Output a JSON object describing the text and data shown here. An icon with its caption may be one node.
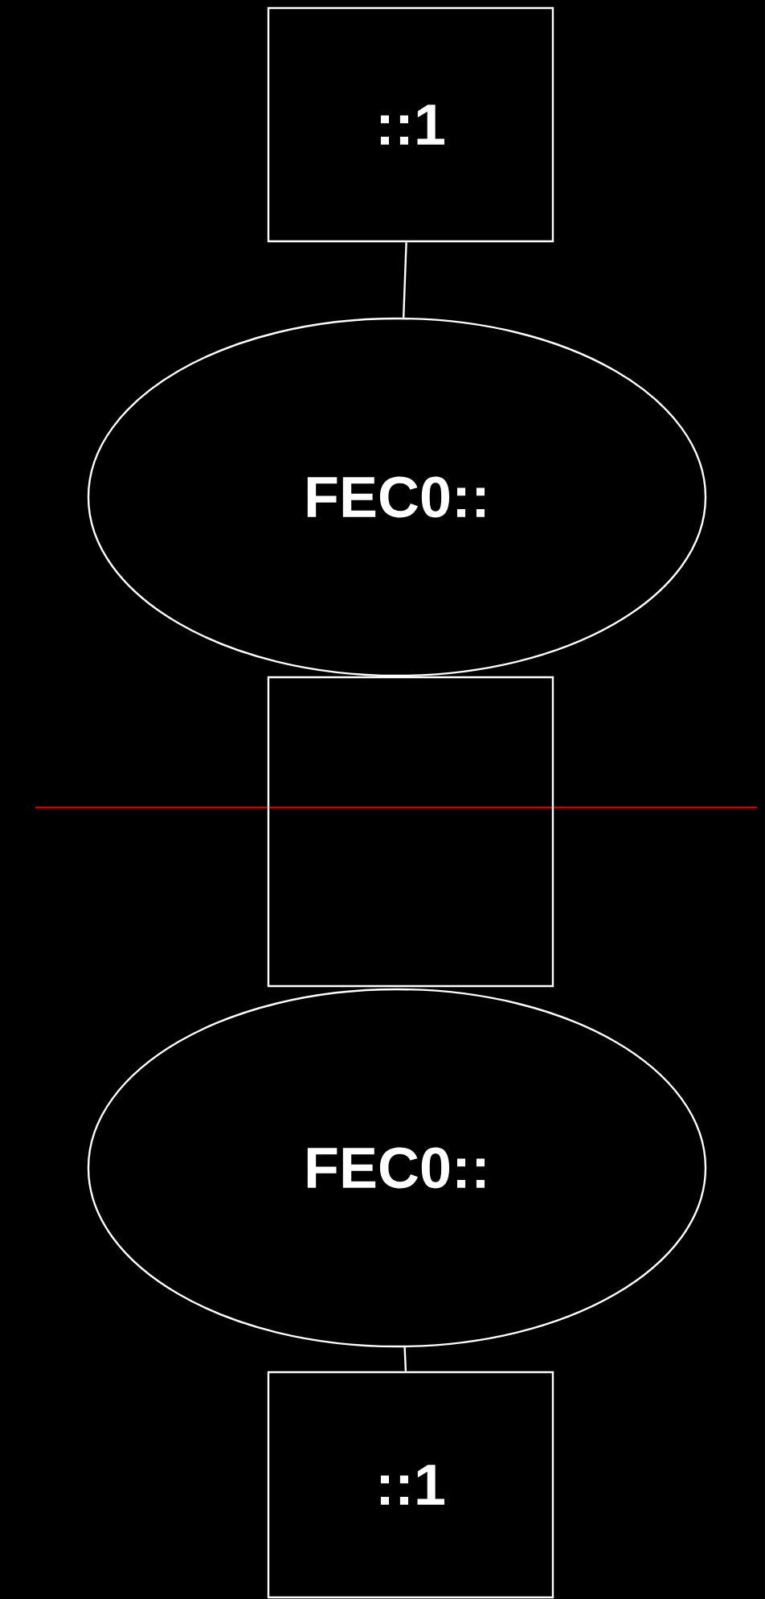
{
  "diagram": {
    "nodes": [
      {
        "text": [
          "::1"
        ]
      },
      {
        "text": [
          "FEC0::"
        ]
      },
      {
        "text": [],
        "shape": "box"
      },
      {
        "text": [
          "FEC0::"
        ]
      },
      {
        "text": [
          "::1"
        ]
      }
    ],
    "edges": [
      {
        "from": 0,
        "to": 1,
        "arrow": "none"
      },
      {
        "from": 3,
        "to": 4,
        "arrow": "none"
      }
    ]
  }
}
